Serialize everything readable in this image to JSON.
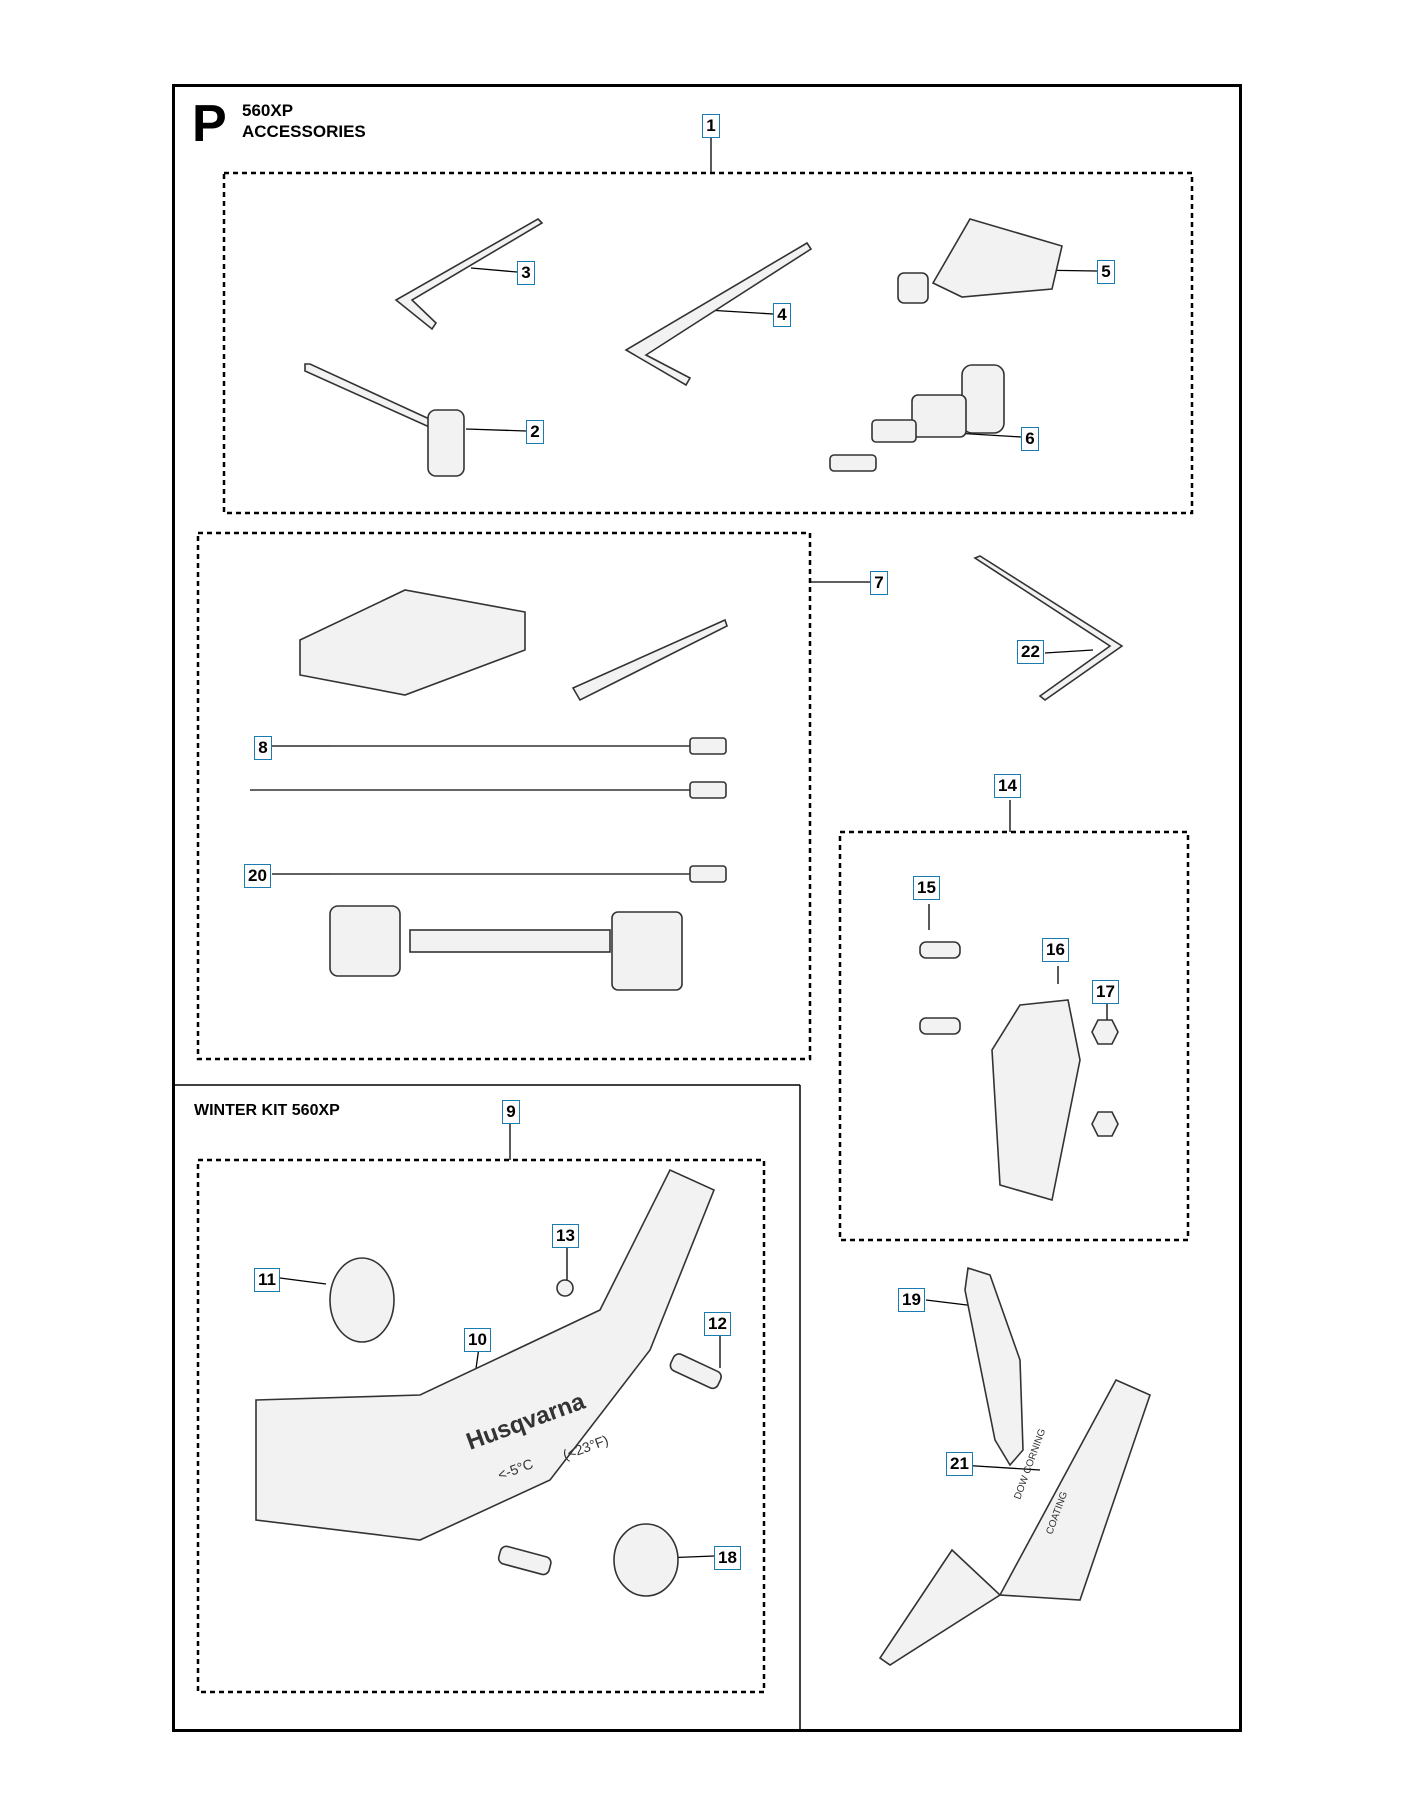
{
  "header": {
    "section_letter": "P",
    "model": "560XP",
    "group_title": "ACCESSORIES"
  },
  "winter_kit": {
    "title": "WINTER KIT 560XP"
  },
  "callouts": {
    "c1": "1",
    "c2": "2",
    "c3": "3",
    "c4": "4",
    "c5": "5",
    "c6": "6",
    "c7": "7",
    "c8": "8",
    "c9": "9",
    "c10": "10",
    "c11": "11",
    "c12": "12",
    "c13": "13",
    "c14": "14",
    "c15": "15",
    "c16": "16",
    "c17": "17",
    "c18": "18",
    "c19": "19",
    "c20": "20",
    "c21": "21",
    "c22": "22"
  },
  "cover_logo": {
    "brand": "Husqvarna",
    "temp_c": "<-5°C",
    "temp_f": "(<23°F)"
  },
  "tube_label": {
    "line1": "DOW CORNING",
    "line2": "COATING"
  },
  "colors": {
    "callout_border": "#1a7bb0",
    "line": "#000000",
    "part_fill": "#f2f2f2",
    "part_stroke": "#333333"
  }
}
